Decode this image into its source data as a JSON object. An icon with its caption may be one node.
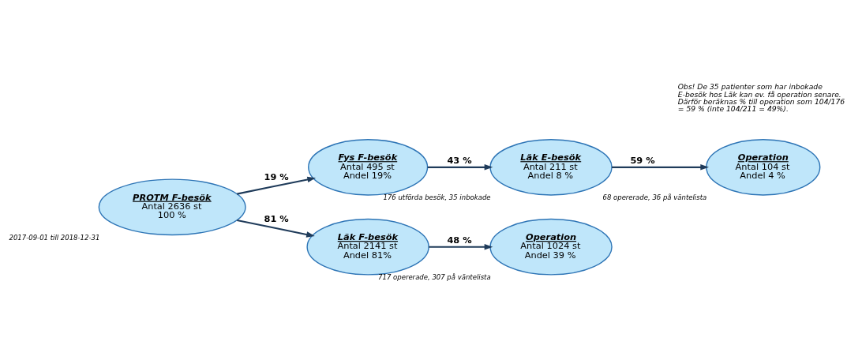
{
  "diagram": {
    "nodes": [
      {
        "text": [
          "PROTM F-besök",
          "Antal 2636 st",
          "100 %"
        ],
        "beside": [
          "2017-09-01 till 2018-12-31"
        ]
      },
      {
        "text": [
          "Fys F-besök",
          "Antal 495 st",
          "Andel 19%"
        ]
      },
      {
        "text": [
          "Läk E-besök",
          "Antal 211 st",
          "Andel 8 %"
        ],
        "beside": [
          "176 utförda besök, 35 inbokade"
        ]
      },
      {
        "text": [
          "Operation",
          "Antal 104 st",
          "Andel 4 %"
        ],
        "beside": [
          "68 opererade, 36 på väntelista"
        ]
      },
      {
        "text": [
          "Läk F-besök",
          "Antal 2141 st",
          "Andel 81%"
        ]
      },
      {
        "text": [
          "Operation",
          "Antal 1024 st",
          "Andel 39 %"
        ],
        "beside": [
          "717 opererade, 307 på väntelista"
        ]
      }
    ],
    "edges": [
      {
        "from": 0,
        "to": 1,
        "arrow": "to",
        "label": "19 %"
      },
      {
        "from": 1,
        "to": 2,
        "arrow": "to",
        "label": "43 %"
      },
      {
        "from": 2,
        "to": 3,
        "arrow": "to",
        "label": "59 %"
      },
      {
        "from": 0,
        "to": 4,
        "arrow": "to",
        "label": "81 %"
      },
      {
        "from": 4,
        "to": 5,
        "arrow": "to",
        "label": "48 %"
      }
    ],
    "labels": [
      "Obs! De 35 patienter som har inbokade E-besök hos Läk kan ev. få operation senare. Därför beräknas % till operation som 104/176 = 59 % (inte 104/211 = 49%)."
    ]
  }
}
